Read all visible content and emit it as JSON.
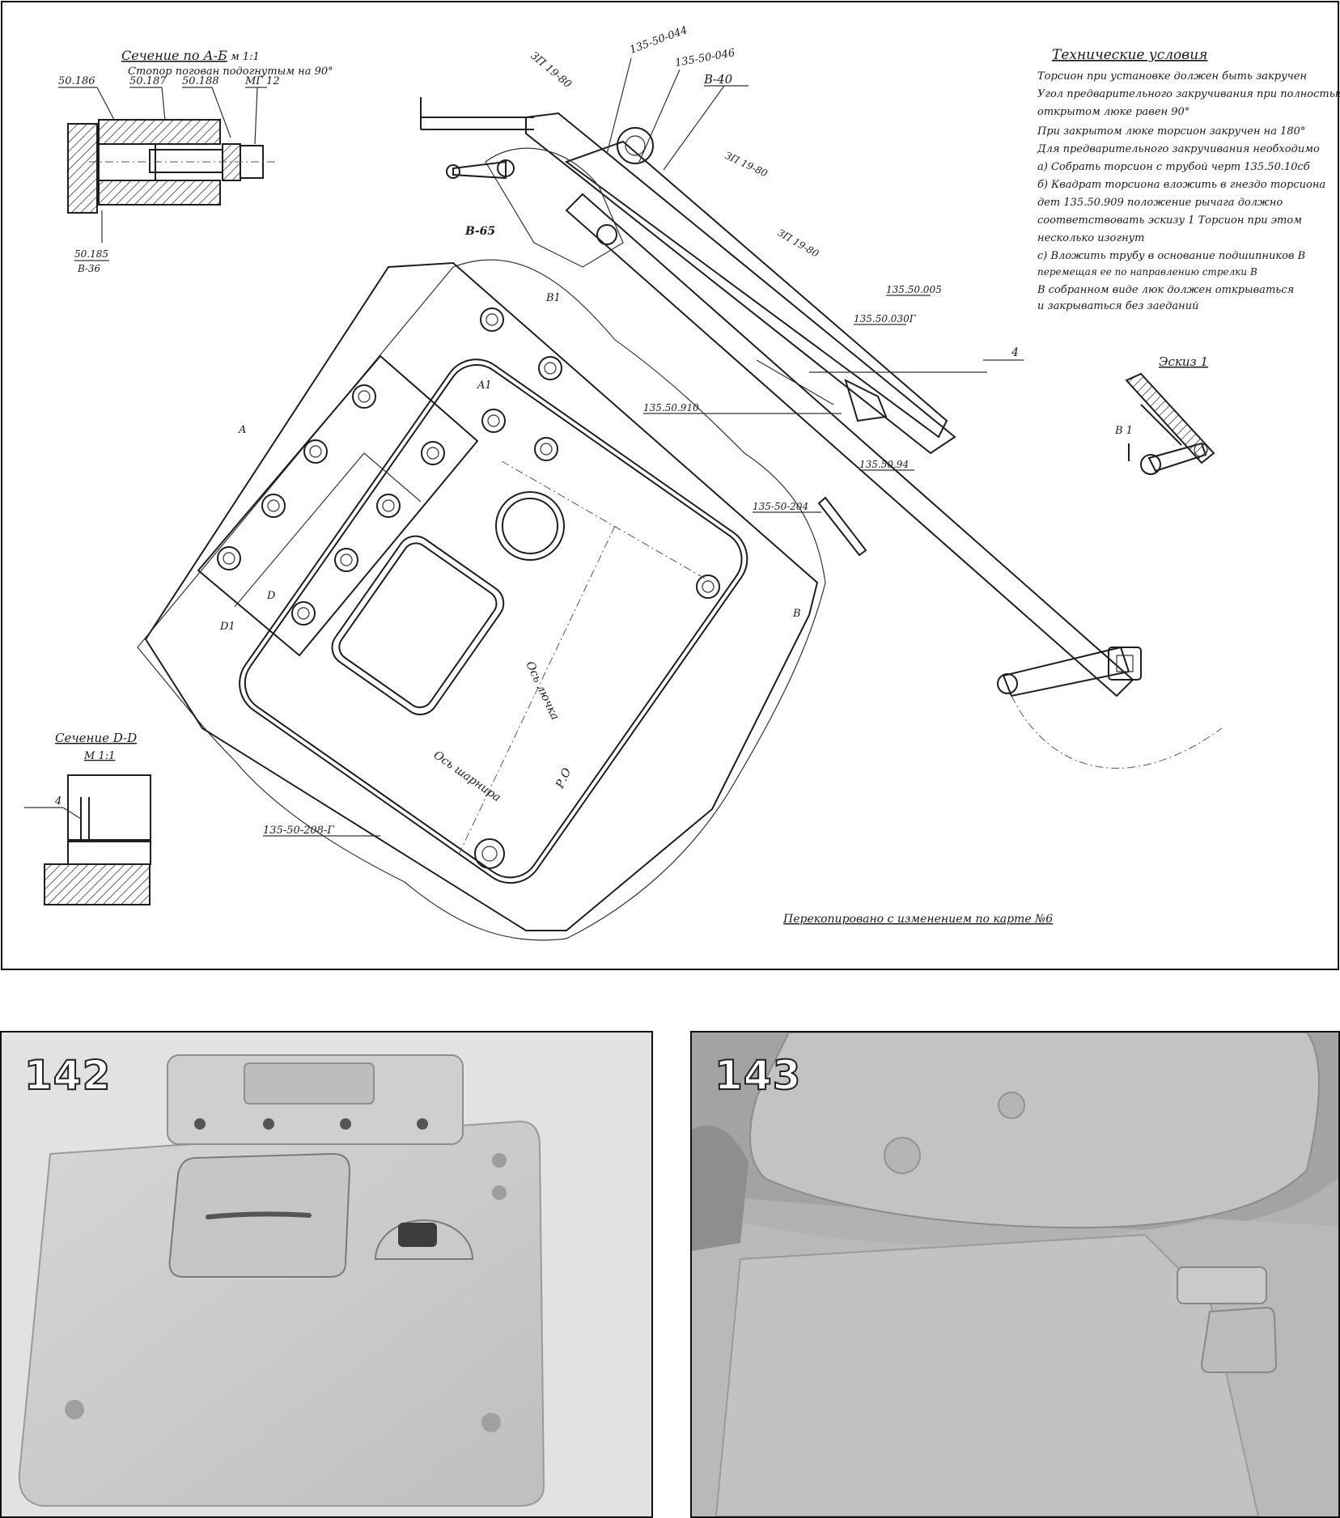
{
  "drawing": {
    "section_ab": {
      "title": "Сечение по А-Б",
      "scale": "м 1:1",
      "note": "Стопор погован подогнутым на 90°",
      "parts": [
        "50.186",
        "50.187",
        "50.188",
        "МГ 12"
      ],
      "bottom_parts": [
        "50.185",
        "В-36"
      ]
    },
    "part_labels_top": [
      "ЗП 19-80",
      "135-50-044",
      "135-50-046",
      "В-40",
      "ЗП 19-80",
      "ЗП 19-80",
      "В-65"
    ],
    "part_labels_mid": [
      "135.50.005",
      "135.50.030Г",
      "135.50.910",
      "135.50.94",
      "135-50-204",
      "135-50-208-Г"
    ],
    "axis_labels": [
      "Ось лючка",
      "Ось шарнира",
      "Р.О"
    ],
    "weld_marks": [
      "A",
      "A1",
      "B",
      "B1",
      "D",
      "D1"
    ],
    "technical_conditions": {
      "title": "Технические условия",
      "lines": [
        "Торсион при установке должен быть закручен",
        "Угол предварительного закручивания при полностью",
        "открытом люке равен 90°",
        "При закрытом люке торсион закручен на 180°",
        "Для предварительного закручивания необходимо",
        "а) Собрать торсион с трубой черт 135.50.10сб",
        "б) Квадрат торсиона вложить в гнездо торсиона",
        "дет 135.50.909 положение рычага должно",
        "соответствовать эскизу 1 Торсион при этом",
        "несколько изогнут",
        "с) Вложить трубу в основание подшипников В",
        "перемещая ее по направлению стрелки В",
        "В собранном виде люк должен открываться",
        "и закрываться без заеданий"
      ]
    },
    "sketch_1": {
      "title": "Эскиз 1",
      "label": "В 1"
    },
    "section_dd": {
      "title": "Сечение D-D",
      "scale": "М 1:1",
      "weld": "4"
    },
    "weld_note": "4",
    "footer_note": "Перекопировано с изменением по карте №6"
  },
  "photos": [
    {
      "number": "142"
    },
    {
      "number": "143"
    }
  ],
  "colors": {
    "paper": "#ffffff",
    "ink": "#1e1e1e",
    "photo_gray": "#b9b9b9"
  }
}
